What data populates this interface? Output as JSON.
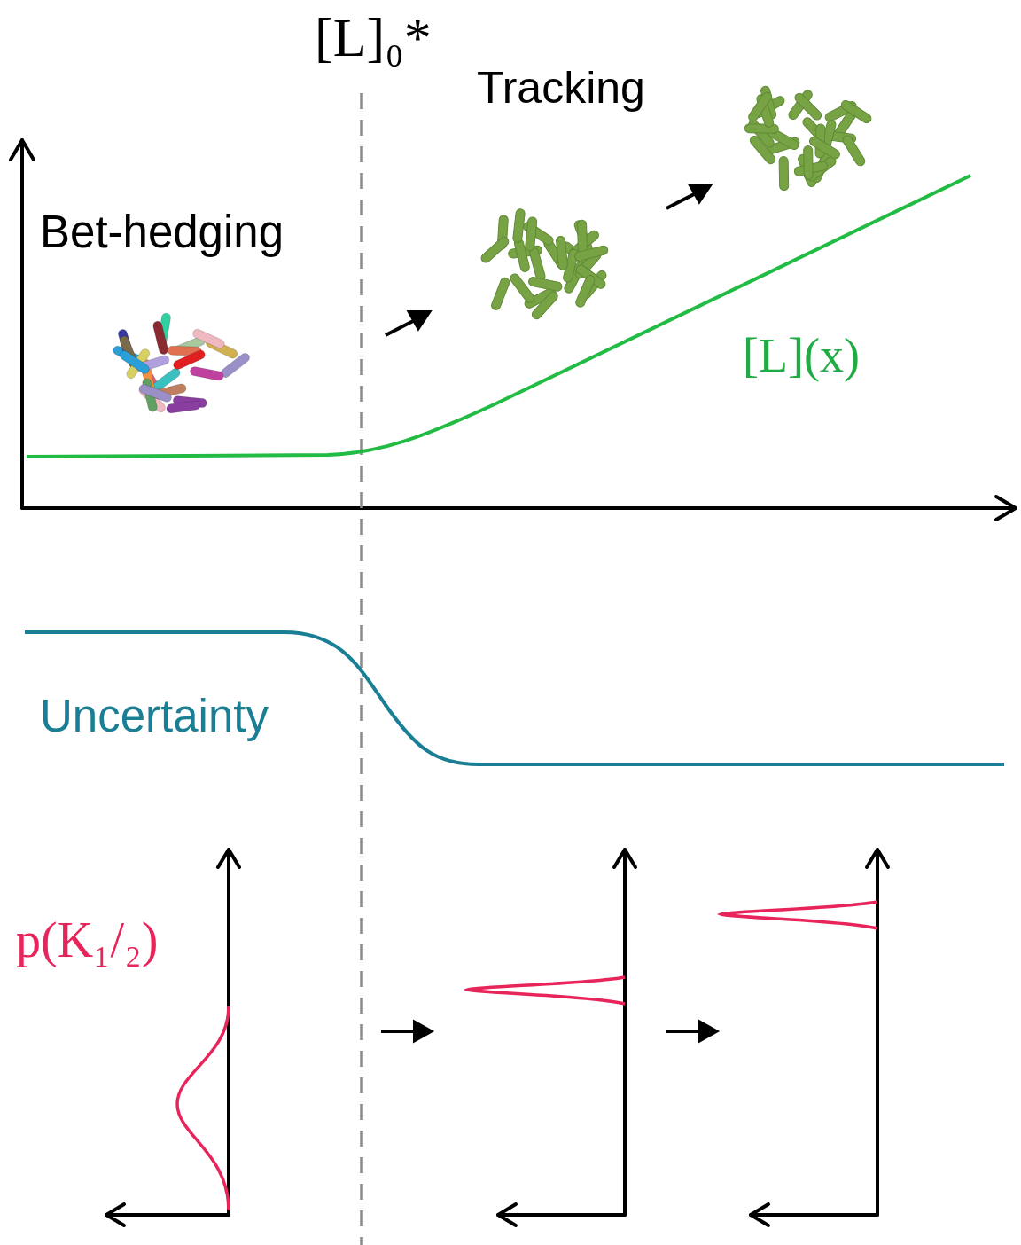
{
  "diagram": {
    "labels": [
      "[L]₀*",
      "Tracking",
      "Bet-hedging",
      "[L](x)",
      "Uncertainty",
      "p(K₁/₂)"
    ]
  }
}
